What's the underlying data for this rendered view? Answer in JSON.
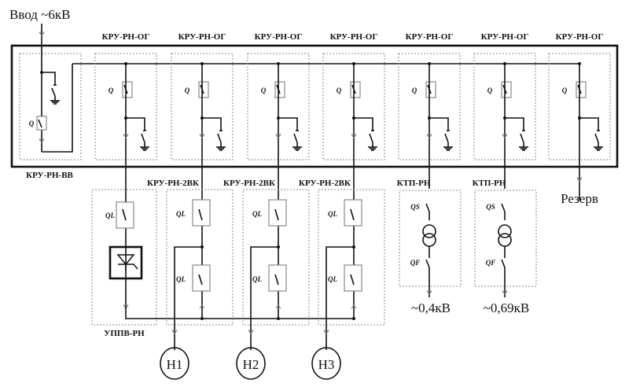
{
  "input": {
    "label": "Ввод ~6кВ"
  },
  "incomer": {
    "label": "КРУ-РН-ВВ",
    "switch": "Q"
  },
  "feeders": [
    {
      "label": "КРУ-РН-ОГ",
      "switch": "Q"
    },
    {
      "label": "КРУ-РН-ОГ",
      "switch": "Q"
    },
    {
      "label": "КРУ-РН-ОГ",
      "switch": "Q"
    },
    {
      "label": "КРУ-РН-ОГ",
      "switch": "Q"
    },
    {
      "label": "КРУ-РН-ОГ",
      "switch": "Q"
    },
    {
      "label": "КРУ-РН-ОГ",
      "switch": "Q"
    },
    {
      "label": "КРУ-РН-ОГ",
      "switch": "Q"
    }
  ],
  "reserve": {
    "label": "Резерв"
  },
  "uppv": {
    "label": "УППВ-РН",
    "switch": "QL"
  },
  "vk_cells": [
    {
      "label": "КРУ-РН-2ВК",
      "switch_top": "QL",
      "switch_bottom": "QL",
      "load": "Н1"
    },
    {
      "label": "КРУ-РН-2ВК",
      "switch_top": "QL",
      "switch_bottom": "QL",
      "load": "Н2"
    },
    {
      "label": "КРУ-РН-2ВК",
      "switch_top": "QL",
      "switch_bottom": "QL",
      "load": "Н3"
    }
  ],
  "ktp_cells": [
    {
      "label": "КТП-РН",
      "switch_top": "QS",
      "switch_bottom": "QF",
      "output": "~0,4кВ"
    },
    {
      "label": "КТП-РН",
      "switch_top": "QS",
      "switch_bottom": "QF",
      "output": "~0,69кВ"
    }
  ]
}
